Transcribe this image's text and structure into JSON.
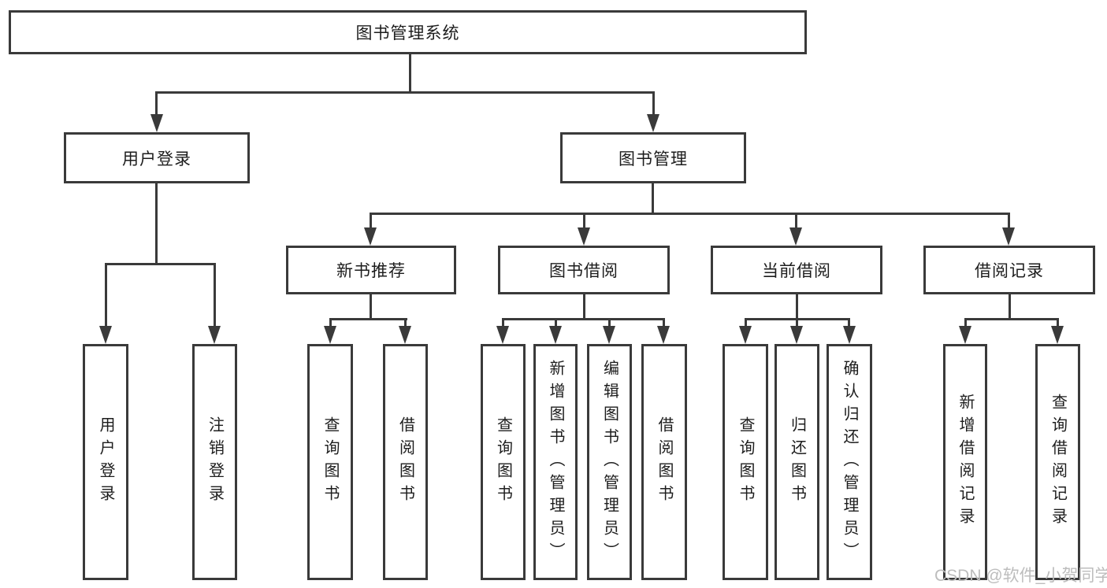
{
  "diagram": {
    "root": {
      "label": "图书管理系统",
      "children": [
        {
          "label": "用户登录",
          "children": [
            {
              "label": "用户登录"
            },
            {
              "label": "注销登录"
            }
          ]
        },
        {
          "label": "图书管理",
          "children": [
            {
              "label": "新书推荐",
              "children": [
                {
                  "label": "查询图书"
                },
                {
                  "label": "借阅图书"
                }
              ]
            },
            {
              "label": "图书借阅",
              "children": [
                {
                  "label": "查询图书"
                },
                {
                  "label": "新增图书（管理员）"
                },
                {
                  "label": "编辑图书（管理员）"
                },
                {
                  "label": "借阅图书"
                }
              ]
            },
            {
              "label": "当前借阅",
              "children": [
                {
                  "label": "查询图书"
                },
                {
                  "label": "归还图书"
                },
                {
                  "label": "确认归还（管理员）"
                }
              ]
            },
            {
              "label": "借阅记录",
              "children": [
                {
                  "label": "新增借阅记录"
                },
                {
                  "label": "查询借阅记录"
                }
              ]
            }
          ]
        }
      ]
    }
  },
  "watermark": {
    "text": "CSDN @软件_小贺同学"
  },
  "colors": {
    "line": "#3a3a3a",
    "text": "#1d1d1d",
    "watermark": "#bdbdbd",
    "background": "#ffffff"
  }
}
